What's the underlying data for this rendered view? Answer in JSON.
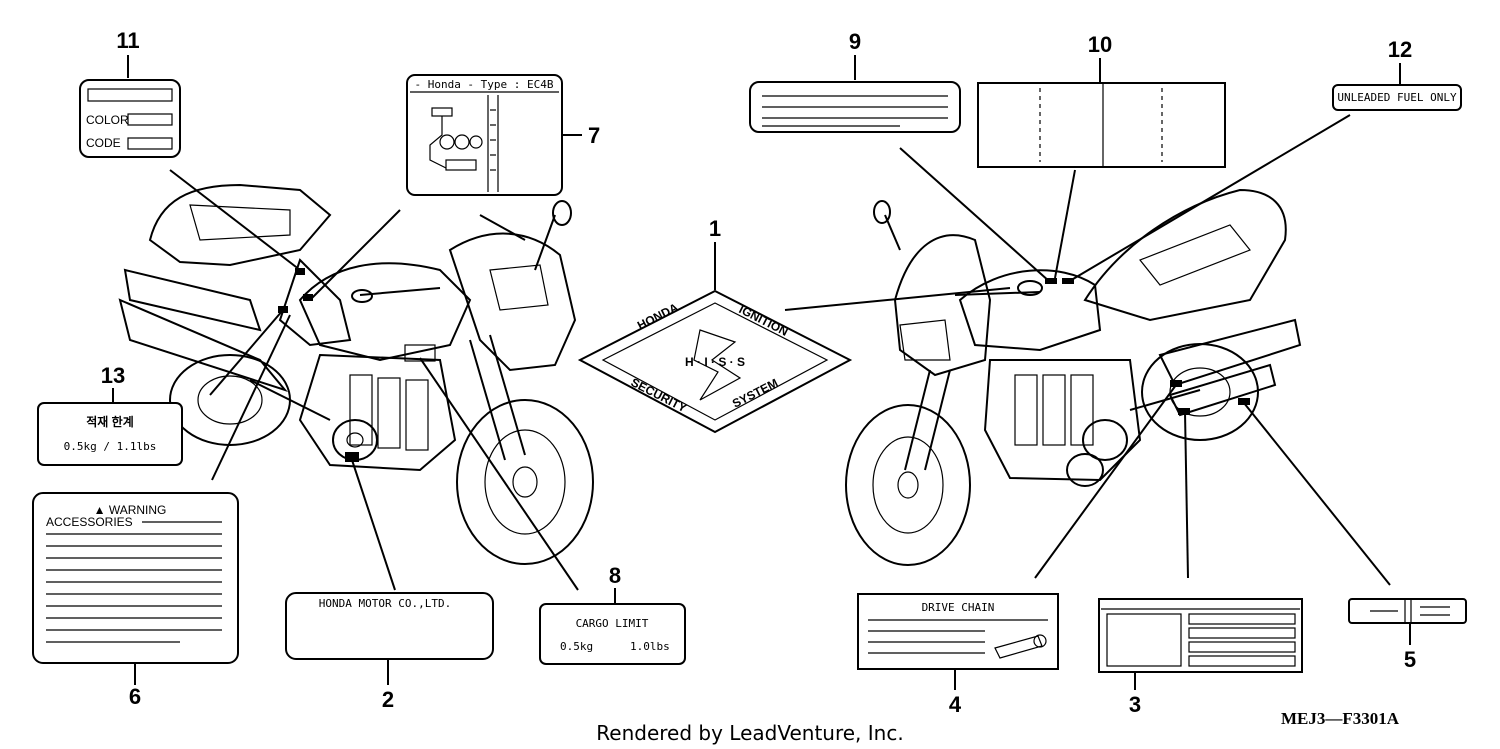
{
  "callouts": {
    "c1": "1",
    "c2": "2",
    "c3": "3",
    "c4": "4",
    "c5": "5",
    "c6": "6",
    "c7": "7",
    "c8": "8",
    "c9": "9",
    "c10": "10",
    "c11": "11",
    "c12": "12",
    "c13": "13"
  },
  "labels": {
    "color_label": "COLOR",
    "code_label": "CODE",
    "type_label": "- Honda - Type : EC4B",
    "fuel_label": "UNLEADED FUEL ONLY",
    "korean_title": "적재 한계",
    "korean_limit": "0.5kg  /  1.1lbs",
    "warning_title": "▲ WARNING",
    "accessories": "ACCESSORIES",
    "honda_motor": "HONDA MOTOR CO.,LTD.",
    "cargo_title": "CARGO LIMIT",
    "cargo_kg": "0.5kg",
    "cargo_lbs": "1.0lbs",
    "drive_chain": "DRIVE CHAIN",
    "his_honda": "HONDA",
    "his_ignition": "IGNITION",
    "his_security": "SECURITY",
    "his_system": "SYSTEM",
    "his_letters": "H · I · S · S"
  },
  "footer": {
    "credit": "Rendered by LeadVenture, Inc.",
    "diagram_code": "MEJ3—F3301A"
  }
}
